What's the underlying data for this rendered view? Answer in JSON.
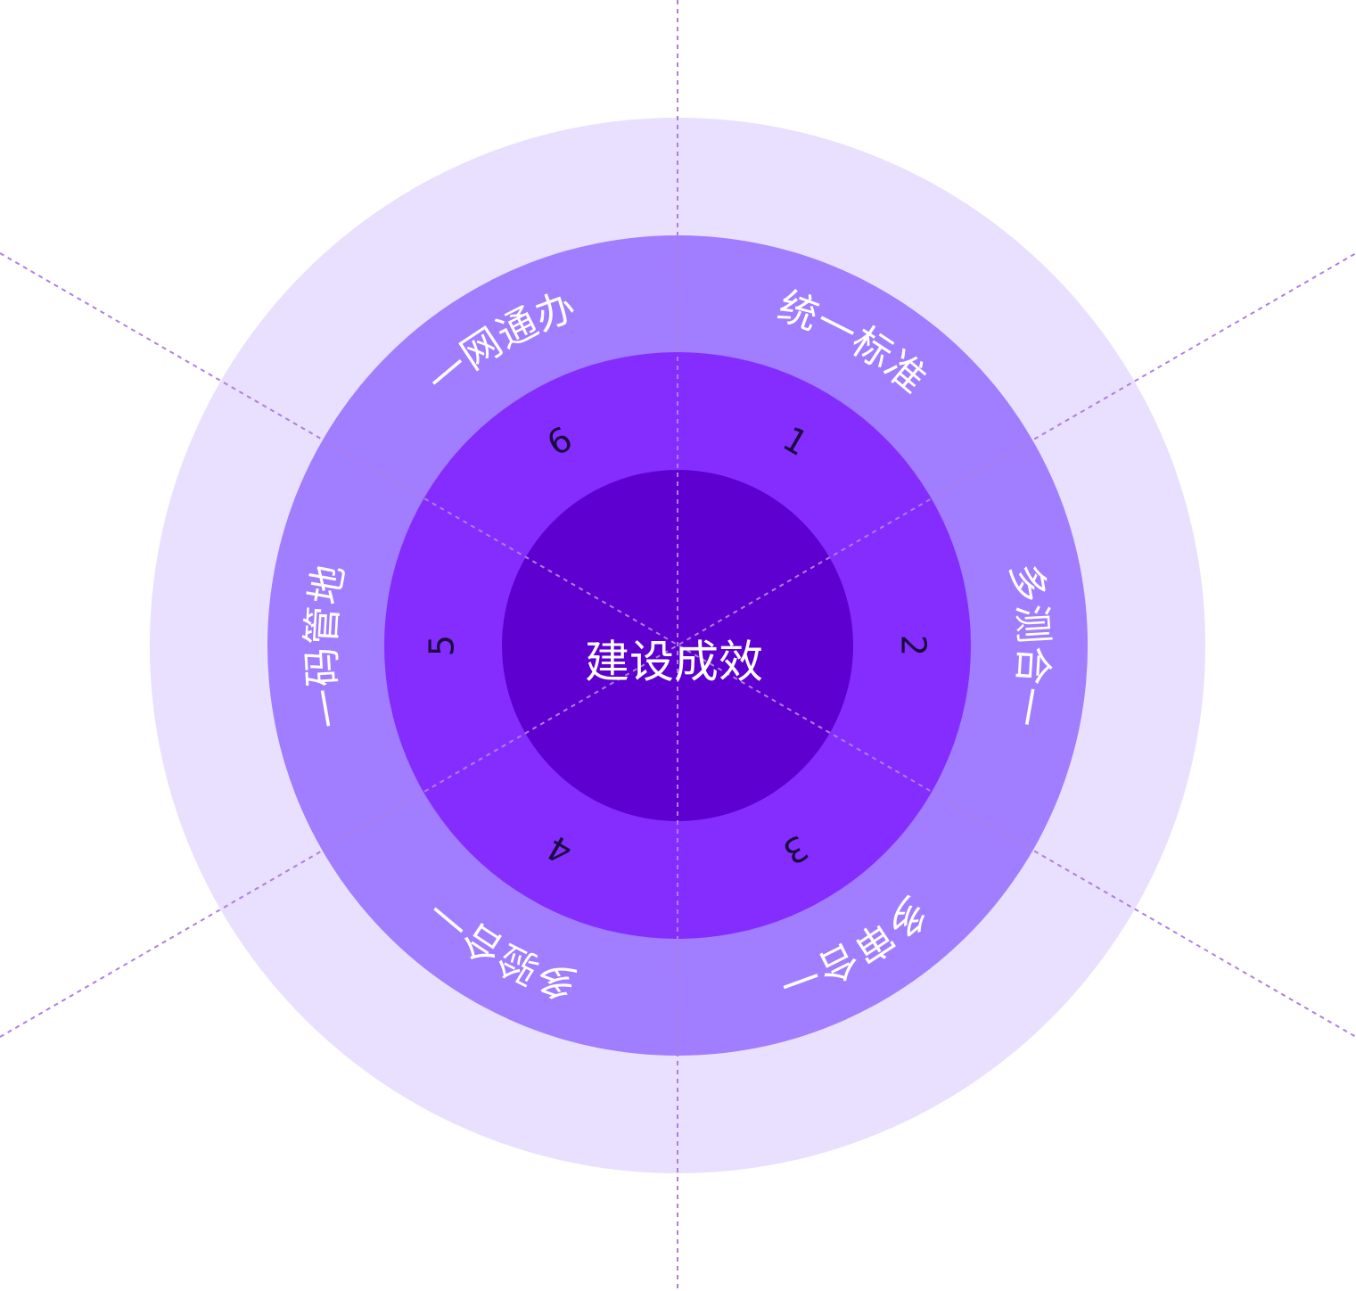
{
  "center": {
    "title": "建设成效"
  },
  "segments": [
    {
      "number": "1",
      "label": "统一标准"
    },
    {
      "number": "2",
      "label": "多测合一"
    },
    {
      "number": "3",
      "label": "多审合一"
    },
    {
      "number": "4",
      "label": "多验合一"
    },
    {
      "number": "5",
      "label": "一码管地"
    },
    {
      "number": "6",
      "label": "一网通办"
    }
  ],
  "colors": {
    "outer_ring": "#e8e0fe",
    "label_ring": "#a17dff",
    "number_ring": "#842dfe",
    "core": "#5e00cf",
    "divider": "#b07ee0",
    "number_text": "#1a0a3d",
    "label_text": "#ffffff"
  }
}
